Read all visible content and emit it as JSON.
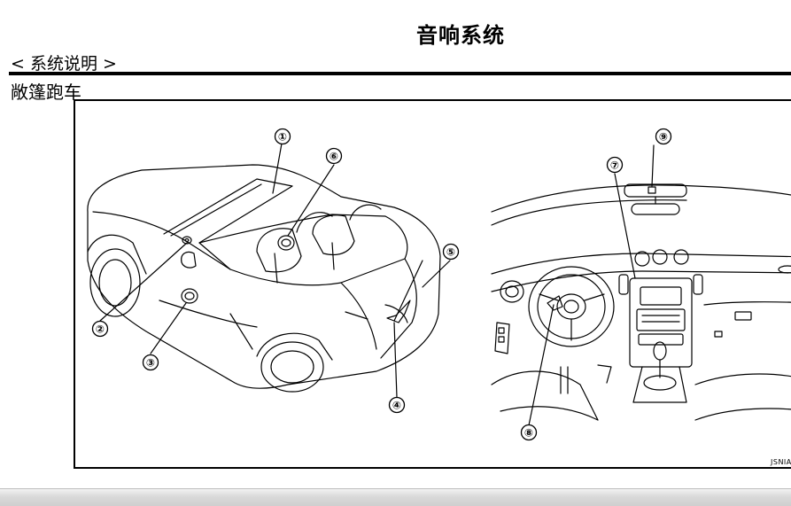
{
  "document": {
    "title": "音响系统",
    "section_heading": "< 系统说明 >",
    "body_style": "敞篷跑车"
  },
  "figure": {
    "code": "JSNIA",
    "callouts": {
      "c1": "①",
      "c2": "②",
      "c3": "③",
      "c4": "④",
      "c5": "⑤",
      "c6": "⑥",
      "c7": "⑦",
      "c8": "⑧",
      "c9": "⑨"
    }
  }
}
